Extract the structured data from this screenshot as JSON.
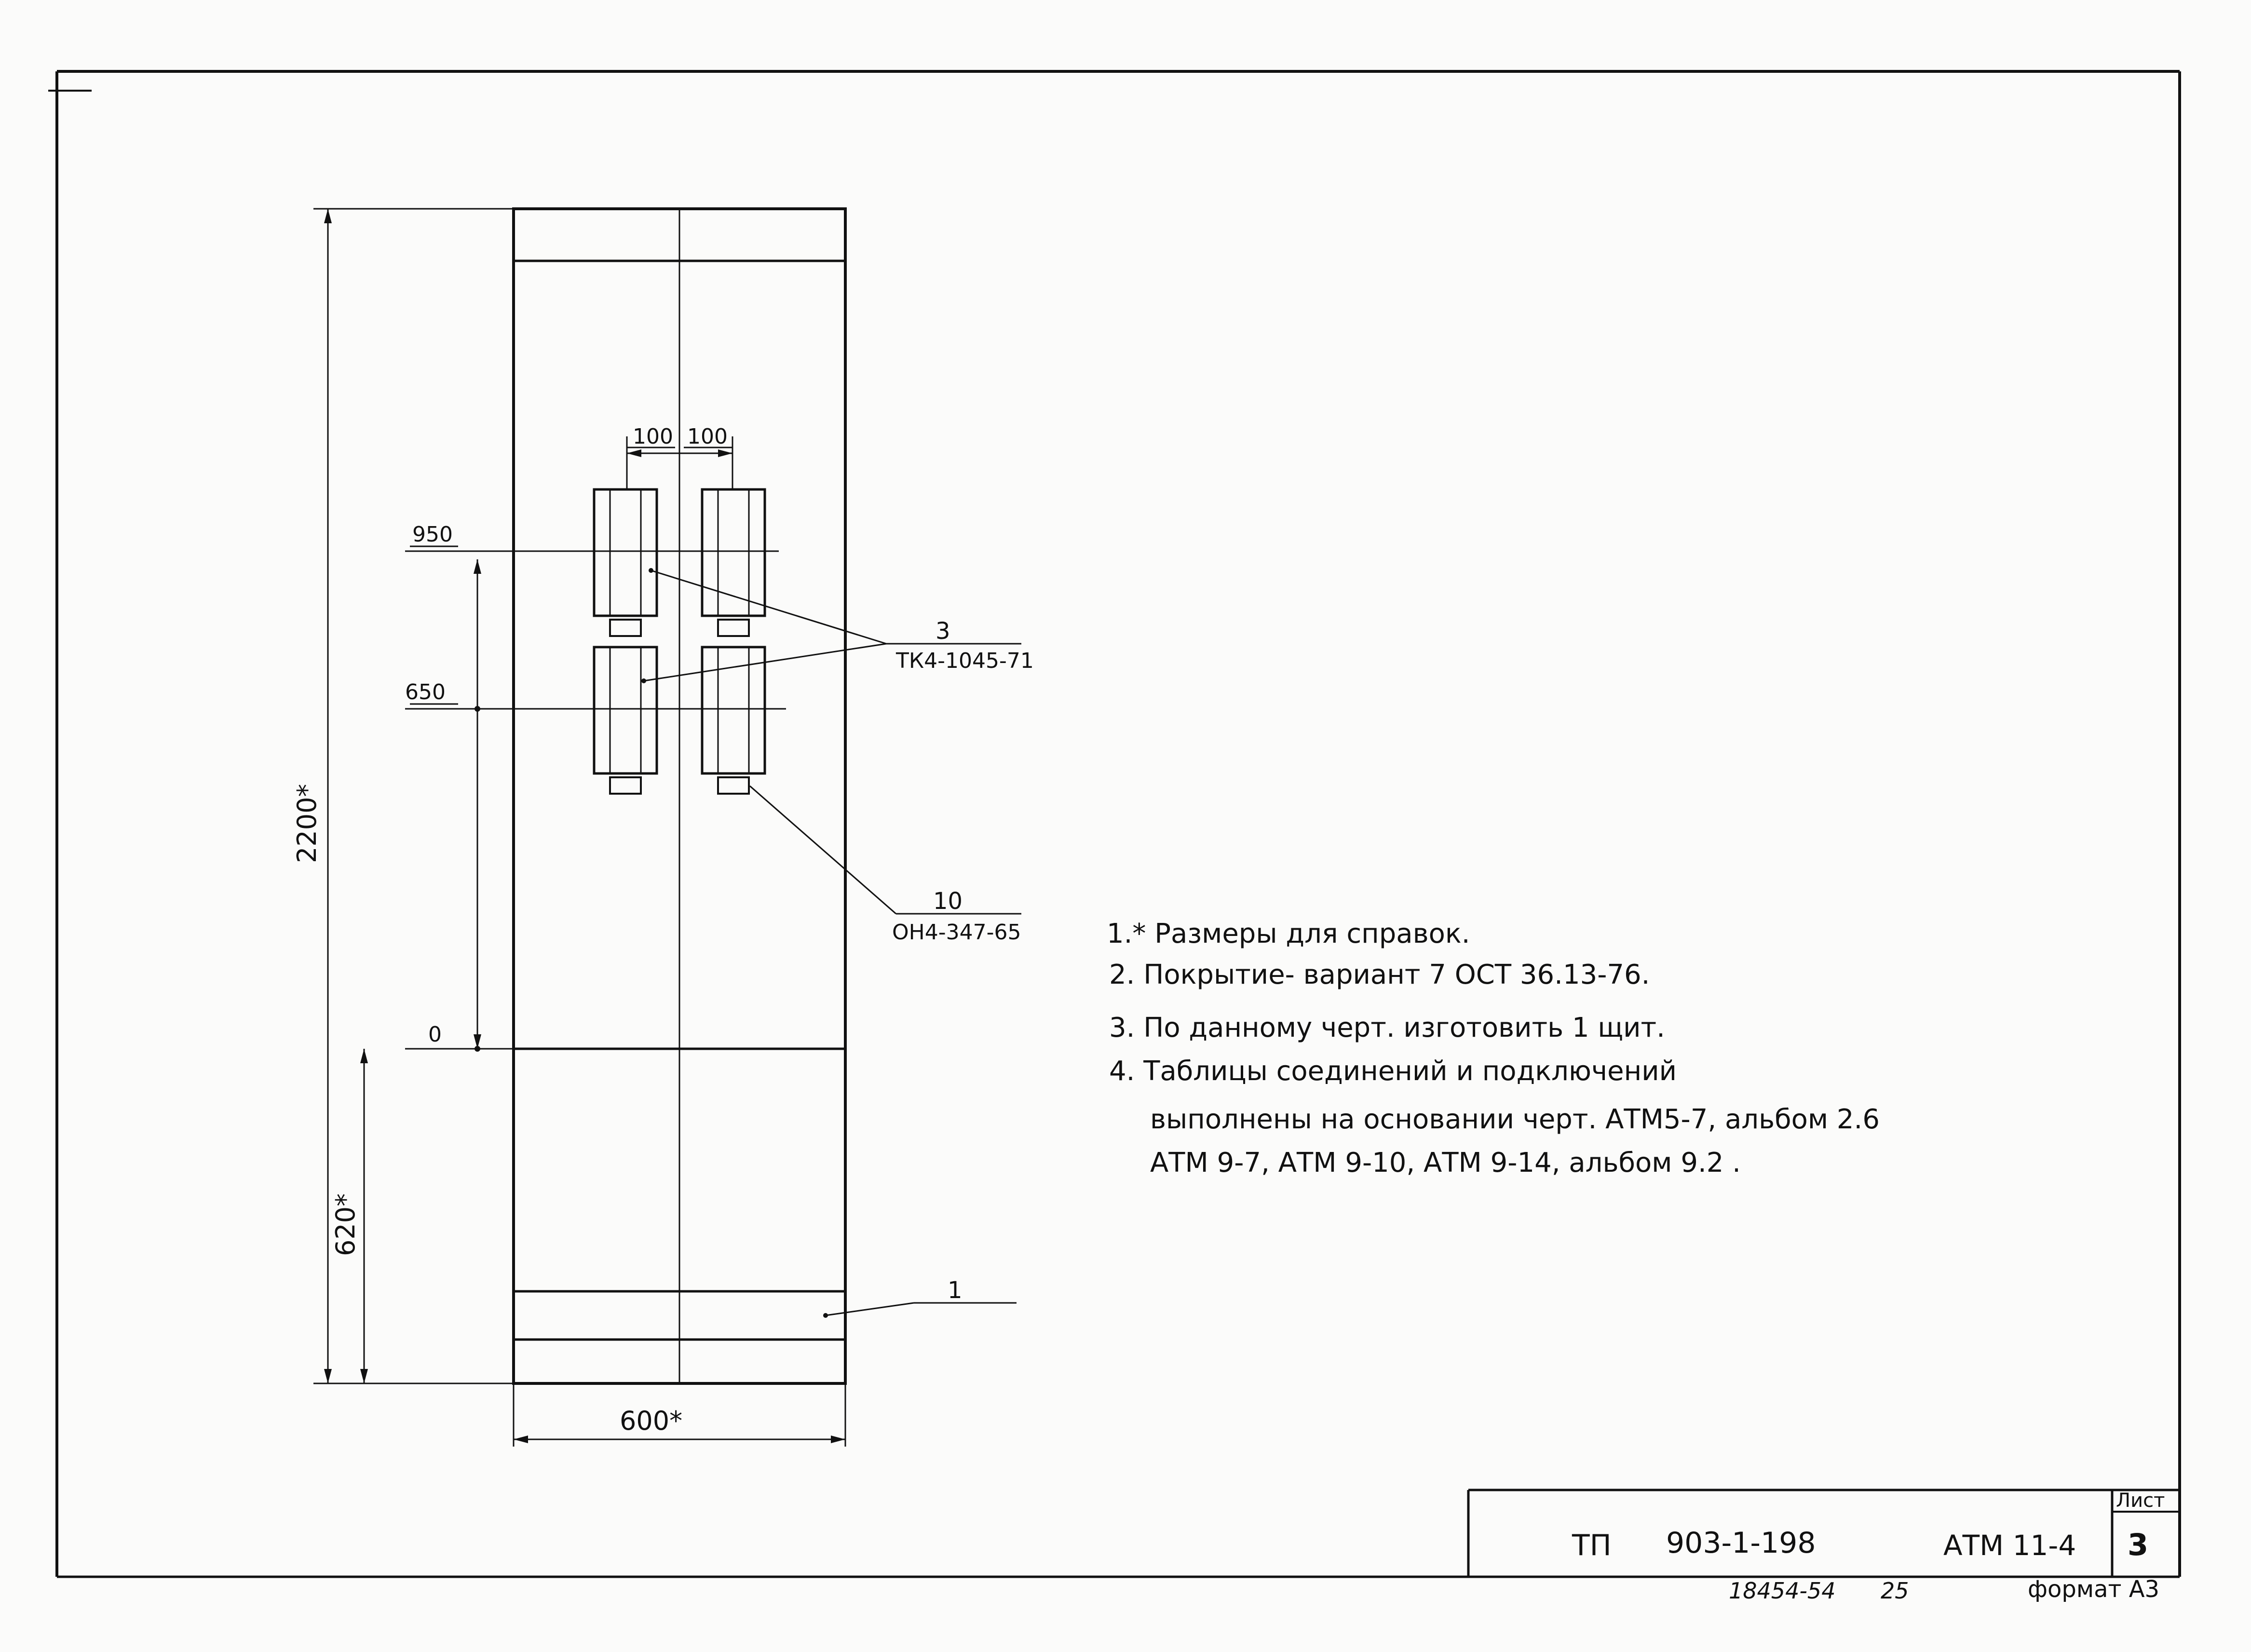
{
  "drawing": {
    "dimensions": {
      "top_spacing_left": "100",
      "top_spacing_right": "100",
      "level_950": "950",
      "level_650": "650",
      "level_0": "0",
      "overall_height": "2200*",
      "base_height": "620*",
      "overall_width": "600*"
    },
    "callouts": {
      "item_3_number": "3",
      "item_3_ref": "ТК4-1045-71",
      "item_10_number": "10",
      "item_10_ref": "ОН4-347-65",
      "item_1_number": "1"
    }
  },
  "notes": [
    "1.* Размеры для справок.",
    "2. Покрытие- вариант 7   ОСТ 36.13-76.",
    "3. По данному  черт. изготовить 1 щит.",
    "4. Таблицы  соединений  и  подключений",
    "выполнены  на  основании  черт. АТМ5-7, альбом 2.6",
    "АТМ 9-7, АТМ 9-10, АТМ 9-14, альбом 9.2 ."
  ],
  "title_block": {
    "prefix": "ТП",
    "project_number": "903-1-198",
    "document_code": "АТМ 11-4",
    "sheet_label": "Лист",
    "sheet_number": "3",
    "inventory_number": "18454-54",
    "inventory_suffix": "25",
    "format_label": "формат А3"
  }
}
